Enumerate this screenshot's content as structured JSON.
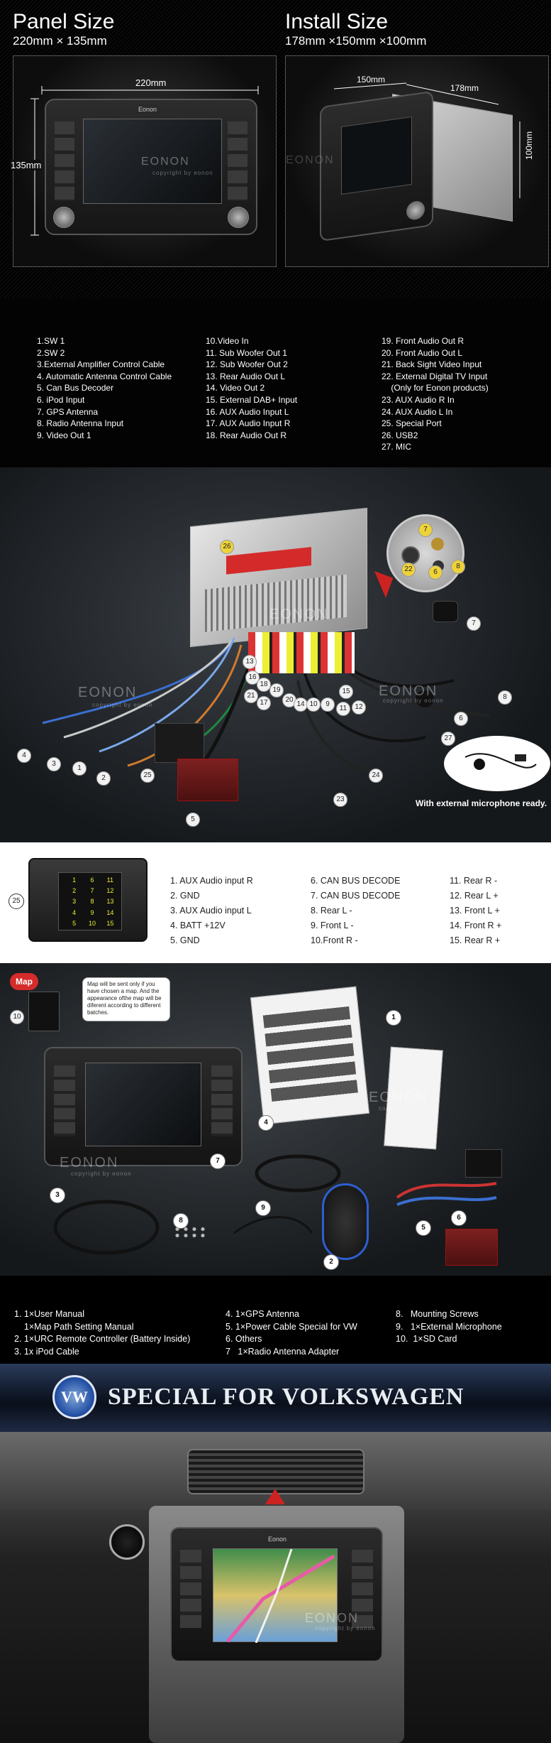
{
  "panel": {
    "title": "Panel Size",
    "size": "220mm × 135mm",
    "width_label": "220mm",
    "height_label": "135mm"
  },
  "install": {
    "title": "Install Size",
    "size": "178mm ×150mm ×100mm",
    "w1": "150mm",
    "w2": "178mm",
    "h": "100mm"
  },
  "watermark": {
    "brand": "EONON",
    "copyright": "copyright by eonon"
  },
  "brand_badge": "Eonon",
  "connections": {
    "col1": [
      "1.SW 1",
      "2.SW 2",
      "3.External Amplifier Control Cable",
      "4. Automatic Antenna Control Cable",
      "5. Can Bus Decoder",
      "6. iPod Input",
      "7. GPS Antenna",
      "8. Radio Antenna Input",
      "9. Video Out 1"
    ],
    "col2": [
      "10.Video In",
      "11. Sub Woofer Out 1",
      "12. Sub Woofer Out 2",
      "13. Rear Audio  Out L",
      "14. Video Out 2",
      "15. External DAB+ Input",
      "16. AUX Audio Input L",
      "17. AUX Audio Input R",
      "18. Rear Audio  Out R"
    ],
    "col3": [
      "19. Front Audio Out R",
      "20. Front Audio Out L",
      "21. Back Sight Video Input",
      "22. External Digital TV Input",
      "    (Only for Eonon products)",
      "23. AUX Audio R In",
      "24. AUX Audio L In",
      "25. Special Port",
      "26. USB2",
      "27. MIC"
    ]
  },
  "wiring_labels": {
    "n26": "26",
    "n7": "7",
    "n22": "22",
    "n6": "6",
    "n8": "8",
    "n13": "13",
    "n16": "16",
    "n18": "18",
    "n19": "19",
    "n20": "20",
    "n14": "14",
    "n10": "10",
    "n9": "9",
    "n15": "15",
    "n11": "11",
    "n12": "12",
    "n21": "21",
    "n17": "17",
    "n4": "4",
    "n3": "3",
    "n1": "1",
    "n2": "2",
    "n25": "25",
    "n5": "5",
    "n23": "23",
    "n24": "24",
    "n27": "27",
    "mic_note": "With external microphone ready."
  },
  "port25": {
    "badge": "25",
    "col1": [
      "1. AUX Audio input R",
      "2. GND",
      "3. AUX Audio input L",
      "4. BATT +12V",
      "5. GND"
    ],
    "col2": [
      "6. CAN BUS DECODE",
      "7. CAN BUS DECODE",
      "8. Rear L -",
      "9. Front L -",
      "10.Front R -"
    ],
    "col3": [
      "11. Rear R -",
      "12. Rear L +",
      "13. Front L +",
      "14. Front R +",
      "15. Rear R +"
    ],
    "pins": [
      "1",
      "2",
      "3",
      "4",
      "5",
      "6",
      "7",
      "8",
      "9",
      "10",
      "11",
      "12",
      "13",
      "14",
      "15"
    ]
  },
  "package": {
    "map_badge": "Map",
    "map_note": "Map will be sent only if you have chosen a map. And the appearance ofthe map will be diferent according to different batches.",
    "sd_label": "10",
    "markers": {
      "m1": "1",
      "m2": "2",
      "m3": "3",
      "m4": "4",
      "m5": "5",
      "m6": "6",
      "m7": "7",
      "m8": "8",
      "m9": "9"
    },
    "col1": [
      "1. 1×User Manual",
      "    1×Map Path Setting Manual",
      "2. 1×URC Remote Controller (Battery Inside)",
      "3. 1x iPod Cable"
    ],
    "col2": [
      "4. 1×GPS Antenna",
      "5. 1×Power Cable Special for VW",
      "6. Others",
      "7   1×Radio Antenna Adapter"
    ],
    "col3": [
      "8.   Mounting Screws",
      "9.   1×External Microphone",
      "10.  1×SD Card"
    ]
  },
  "vw": {
    "banner": "SPECIAL FOR VOLKSWAGEN",
    "logo": "VW"
  }
}
